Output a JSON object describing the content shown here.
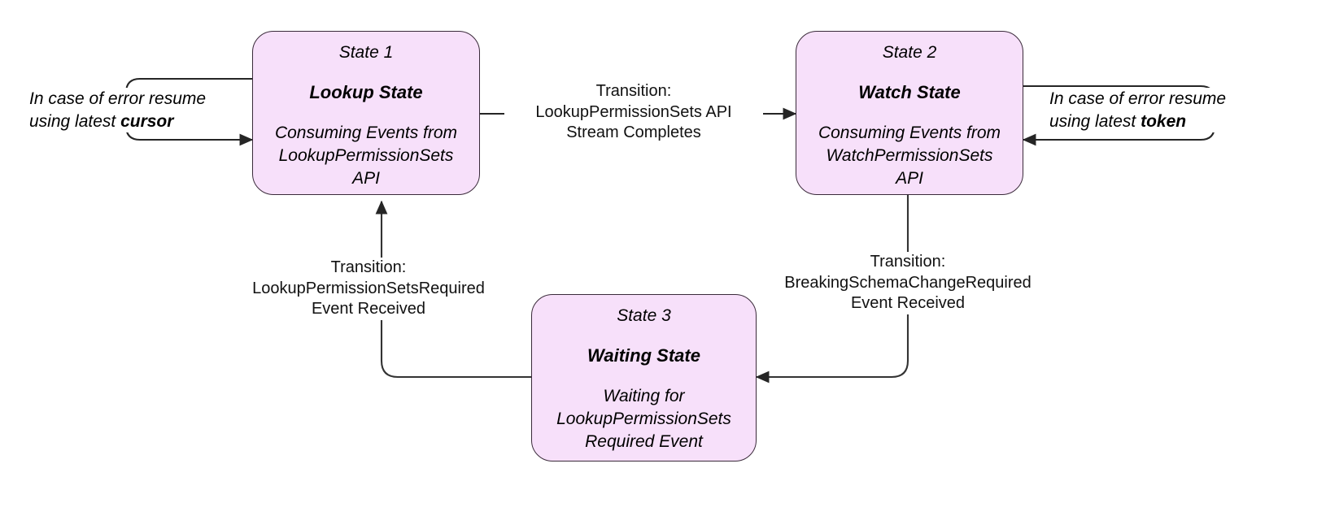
{
  "diagram": {
    "type": "state-machine",
    "colors": {
      "node_fill": "#f7e0fa",
      "node_border": "#3a2a3a",
      "edge_stroke": "#333333",
      "background": "#ffffff",
      "text": "#000000"
    },
    "states": [
      {
        "index_label": "State 1",
        "name": "Lookup State",
        "description": "Consuming Events from\nLookupPermissionSets\nAPI"
      },
      {
        "index_label": "State 2",
        "name": "Watch State",
        "description": "Consuming Events from\nWatchPermissionSets\nAPI"
      },
      {
        "index_label": "State 3",
        "name": "Waiting State",
        "description": "Waiting for\nLookupPermissionSets\nRequired Event"
      }
    ],
    "transitions": [
      {
        "id": "state1-to-state2",
        "from": "State 1",
        "to": "State 2",
        "label": "Transition:\nLookupPermissionSets API\nStream Completes"
      },
      {
        "id": "state3-to-state1",
        "from": "State 3",
        "to": "State 1",
        "label": "Transition:\nLookupPermissionSetsRequired\nEvent Received"
      },
      {
        "id": "state2-to-state3",
        "from": "State 2",
        "to": "State 3",
        "label": "Transition:\nBreakingSchemaChangeRequired\nEvent Received"
      }
    ],
    "self_loops": [
      {
        "id": "state1-error-loop",
        "on": "State 1",
        "side": "left",
        "text_prefix": "In case of error resume\nusing latest ",
        "text_keyword": "cursor"
      },
      {
        "id": "state2-error-loop",
        "on": "State 2",
        "side": "right",
        "text_prefix": "In case of error resume\nusing latest ",
        "text_keyword": "token"
      }
    ]
  }
}
